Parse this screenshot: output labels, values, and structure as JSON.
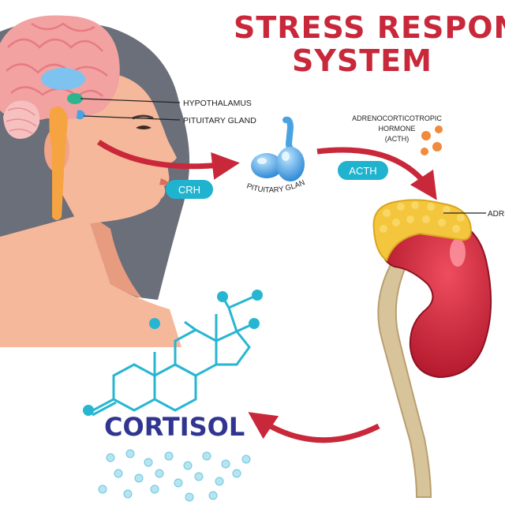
{
  "title": {
    "line1": "STRESS RESPONSE",
    "line2": "SYSTEM"
  },
  "labels": {
    "hypothalamus": "HYPOTHALAMUS",
    "pituitary_gland": "PITUITARY GLAND",
    "pituitary_gland_curved": "PITUITARY GLAND",
    "acth_line1": "ADRENOCORTICOTROPIC",
    "acth_line2": "HORMONE",
    "acth_line3": "(ACTH)",
    "adrenal": "ADRE"
  },
  "pills": {
    "crh": "CRH",
    "acth": "ACTH"
  },
  "molecule": {
    "name": "CORTISOL"
  },
  "colors": {
    "title": "#c8283a",
    "arrow": "#c8283a",
    "pill": "#1fb3cf",
    "cortisol_text": "#2f3590",
    "molecule": "#27b6d1",
    "kidney": "#c81f34",
    "adrenal_gland": "#f4c63d",
    "skin": "#f6b89a",
    "hair": "#6b6f7a",
    "brain": "#f3a2a2",
    "pituitary": "#4aa3e0",
    "hormone_dots": "#f08a3c"
  }
}
